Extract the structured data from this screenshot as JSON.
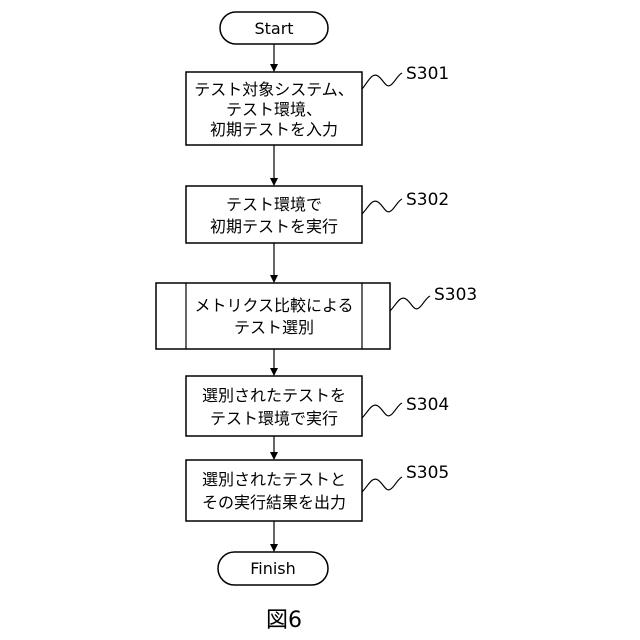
{
  "diagram": {
    "start": "Start",
    "finish": "Finish",
    "steps": [
      {
        "id": "S301",
        "lines": [
          "テスト対象システム、",
          "テスト環境、",
          "初期テストを入力"
        ]
      },
      {
        "id": "S302",
        "lines": [
          "テスト環境で",
          "初期テストを実行"
        ]
      },
      {
        "id": "S303",
        "lines": [
          "メトリクス比較による",
          "テスト選別"
        ]
      },
      {
        "id": "S304",
        "lines": [
          "選別されたテストを",
          "テスト環境で実行"
        ]
      },
      {
        "id": "S305",
        "lines": [
          "選別されたテストと",
          "その実行結果を出力"
        ]
      }
    ],
    "caption": "図6"
  }
}
